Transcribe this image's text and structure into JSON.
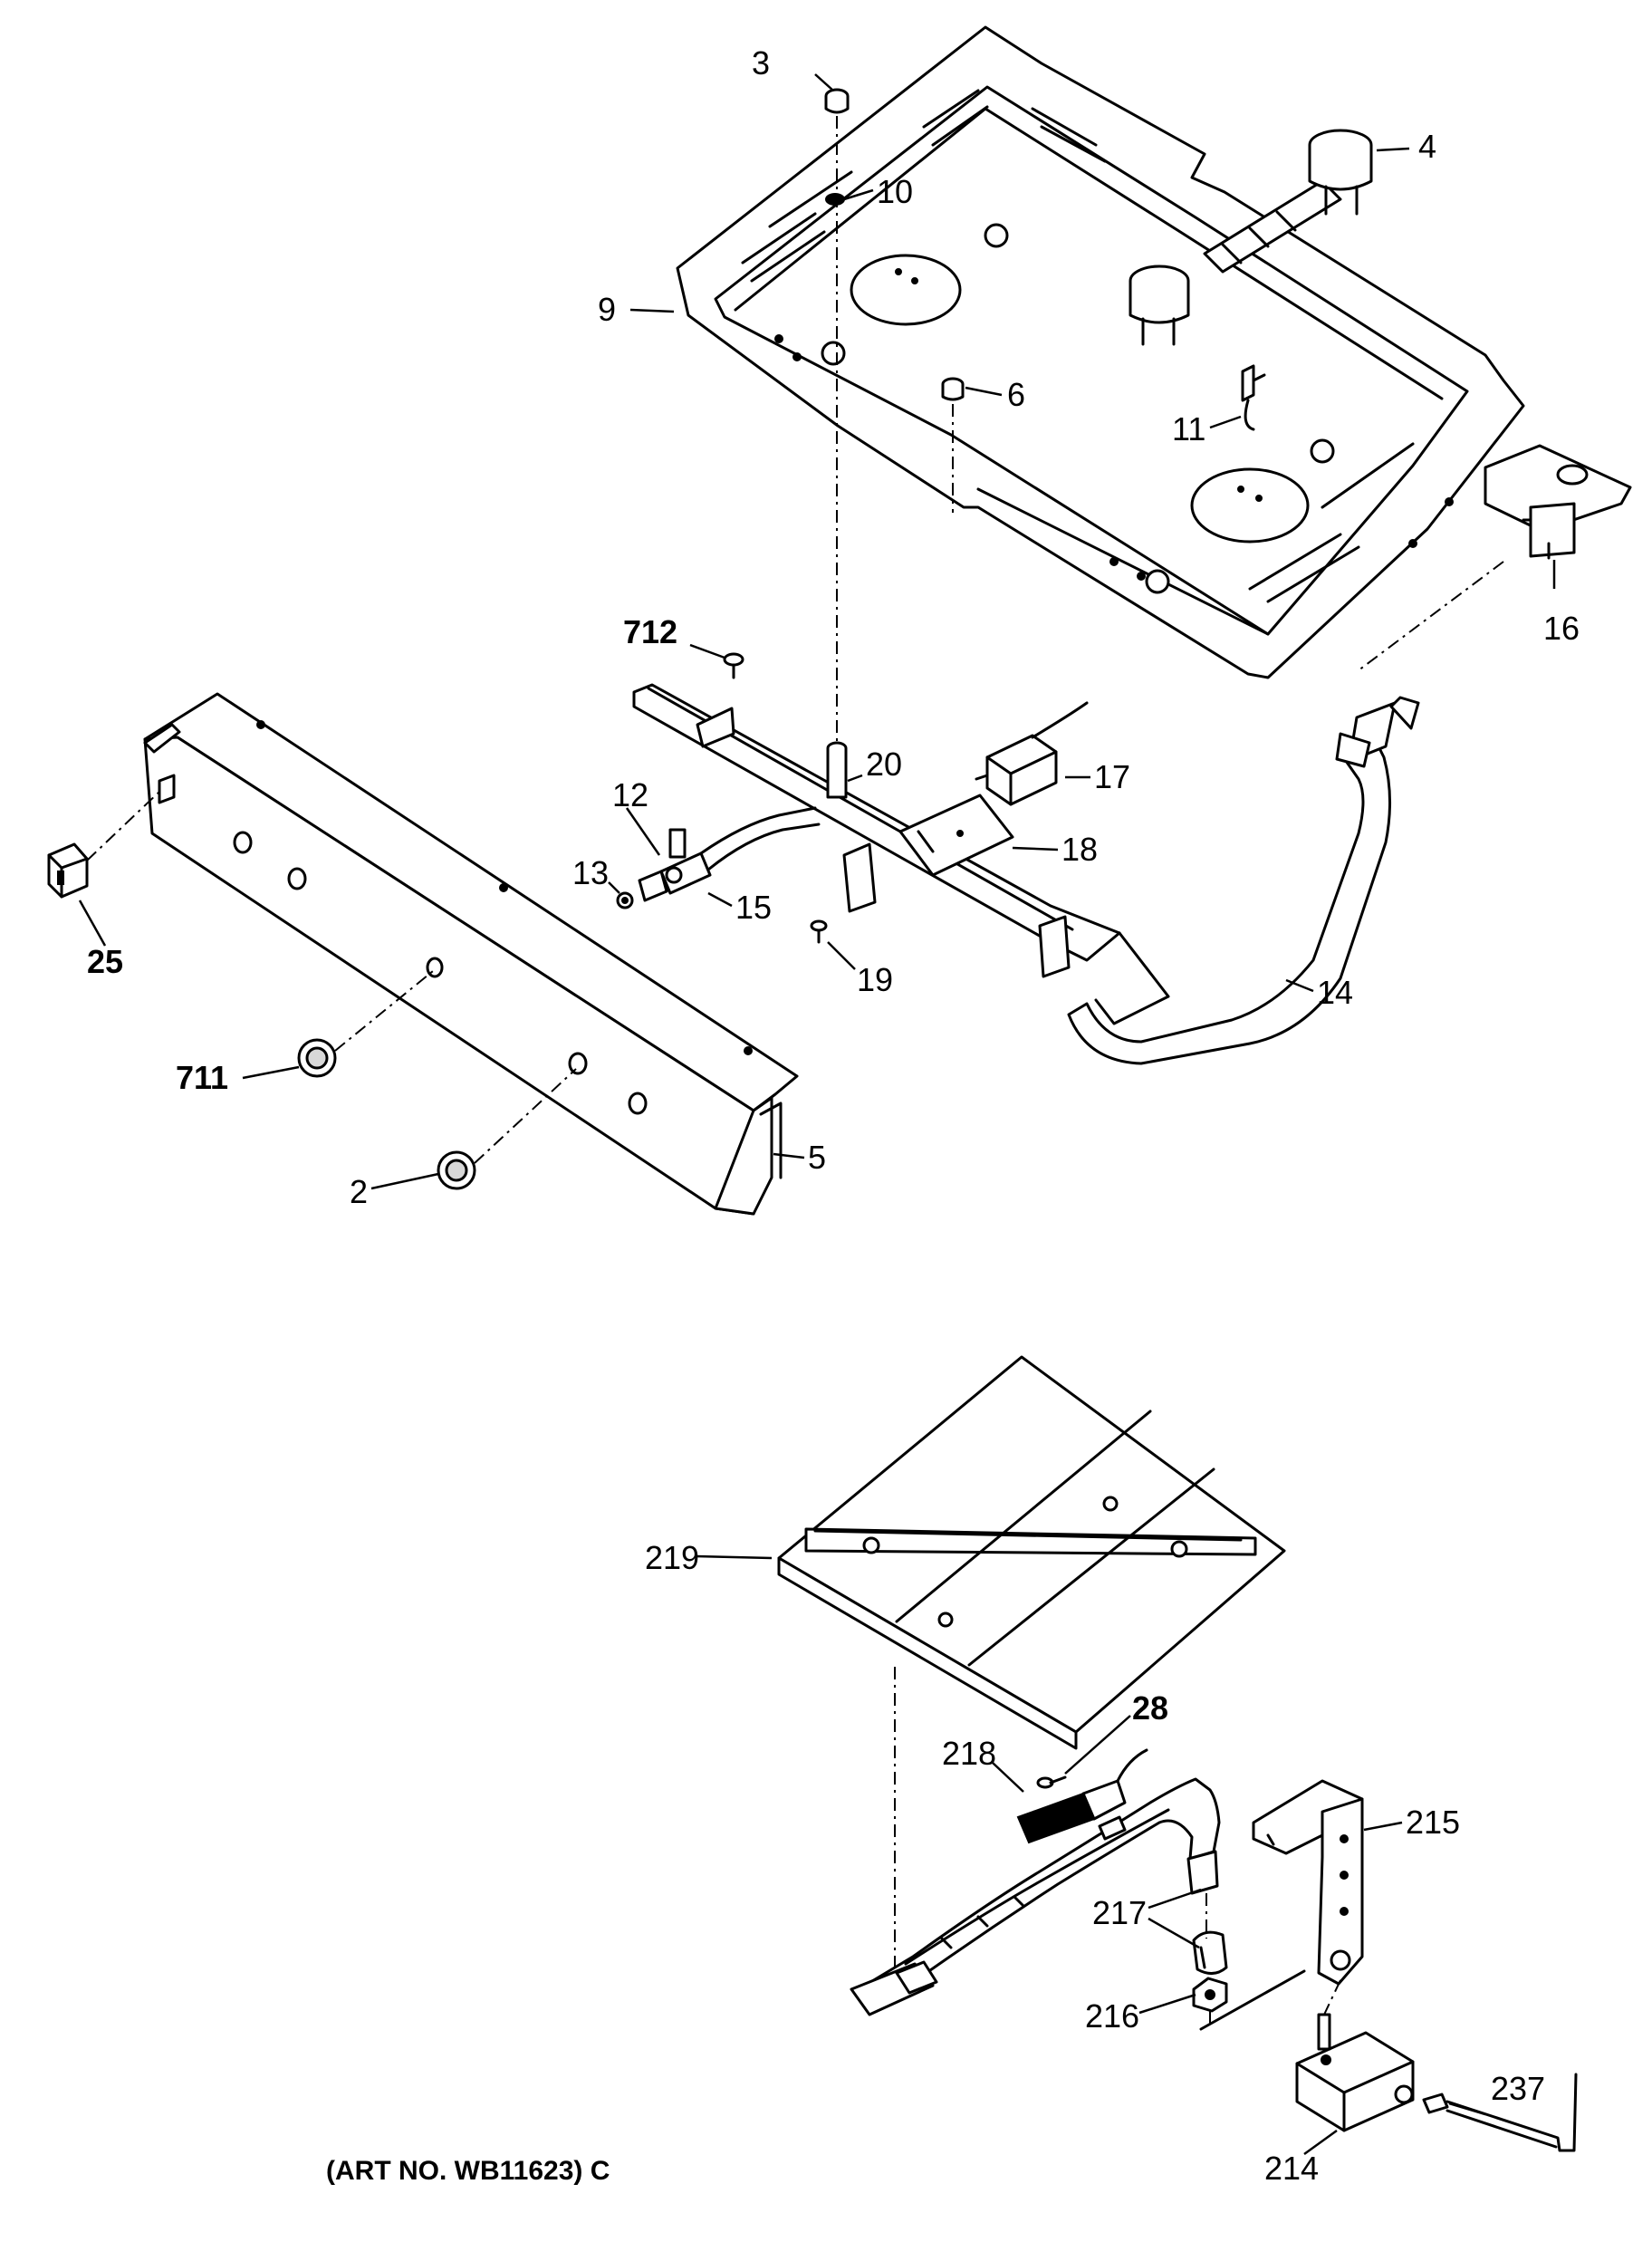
{
  "diagram": {
    "art_number": "(ART NO. WB11623) C",
    "callouts": {
      "c2": "2",
      "c3": "3",
      "c4": "4",
      "c5": "5",
      "c6": "6",
      "c9": "9",
      "c10": "10",
      "c11": "11",
      "c12": "12",
      "c13": "13",
      "c14": "14",
      "c15": "15",
      "c16": "16",
      "c17": "17",
      "c18": "18",
      "c19": "19",
      "c20": "20",
      "c25": "25",
      "c28": "28",
      "c711": "711",
      "c712": "712",
      "c214": "214",
      "c215": "215",
      "c216": "216",
      "c217": "217",
      "c218": "218",
      "c219": "219",
      "c237": "237"
    }
  }
}
